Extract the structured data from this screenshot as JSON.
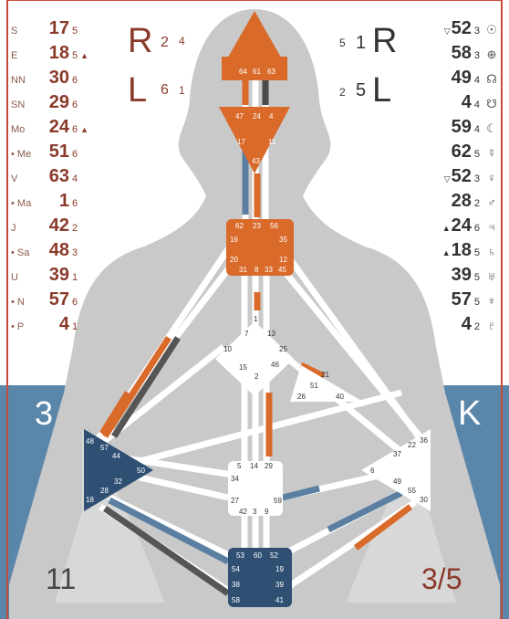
{
  "colors": {
    "design": "#8a3a2a",
    "personality": "#333333",
    "defined_orange": "#d96a2a",
    "defined_blue": "#2f4f73",
    "band": "#5a86aa"
  },
  "header": {
    "design_R": "R",
    "design_R_num": "2",
    "design_R_line": "4",
    "design_L": "L",
    "design_L_num": "6",
    "design_L_line": "1",
    "pers_R_pre": "5",
    "pers_R_num": "1",
    "pers_R": "R",
    "pers_L_pre": "2",
    "pers_L_num": "5",
    "pers_L": "L"
  },
  "design_planets": [
    {
      "sym": "S",
      "gate": "17",
      "line": "5",
      "arrow": ""
    },
    {
      "sym": "E",
      "gate": "18",
      "line": "5",
      "arrow": "▲"
    },
    {
      "sym": "NN",
      "gate": "30",
      "line": "6",
      "arrow": ""
    },
    {
      "sym": "SN",
      "gate": "29",
      "line": "6",
      "arrow": ""
    },
    {
      "sym": "Mo",
      "gate": "24",
      "line": "6",
      "arrow": "▲"
    },
    {
      "sym": "• Me",
      "gate": "51",
      "line": "6",
      "arrow": ""
    },
    {
      "sym": "V",
      "gate": "63",
      "line": "4",
      "arrow": ""
    },
    {
      "sym": "• Ma",
      "gate": "1",
      "line": "6",
      "arrow": ""
    },
    {
      "sym": "J",
      "gate": "42",
      "line": "2",
      "arrow": ""
    },
    {
      "sym": "• Sa",
      "gate": "48",
      "line": "3",
      "arrow": ""
    },
    {
      "sym": "U",
      "gate": "39",
      "line": "1",
      "arrow": ""
    },
    {
      "sym": "• N",
      "gate": "57",
      "line": "6",
      "arrow": ""
    },
    {
      "sym": "• P",
      "gate": "4",
      "line": "1",
      "arrow": ""
    }
  ],
  "personality_planets": [
    {
      "arrow": "▽",
      "gate": "52",
      "line": "3",
      "sym": "☉"
    },
    {
      "arrow": "",
      "gate": "58",
      "line": "3",
      "sym": "⊕"
    },
    {
      "arrow": "",
      "gate": "49",
      "line": "4",
      "sym": "☊"
    },
    {
      "arrow": "",
      "gate": "4",
      "line": "4",
      "sym": "☋"
    },
    {
      "arrow": "",
      "gate": "59",
      "line": "4",
      "sym": "☾"
    },
    {
      "arrow": "",
      "gate": "62",
      "line": "5",
      "sym": "☿"
    },
    {
      "arrow": "▽",
      "gate": "52",
      "line": "3",
      "sym": "♀"
    },
    {
      "arrow": "",
      "gate": "28",
      "line": "2",
      "sym": "♂"
    },
    {
      "arrow": "▲",
      "gate": "24",
      "line": "6",
      "sym": "♃"
    },
    {
      "arrow": "▲",
      "gate": "18",
      "line": "5",
      "sym": "♄"
    },
    {
      "arrow": "",
      "gate": "39",
      "line": "5",
      "sym": "♅"
    },
    {
      "arrow": "",
      "gate": "57",
      "line": "5",
      "sym": "♆"
    },
    {
      "arrow": "",
      "gate": "4",
      "line": "2",
      "sym": "♇"
    }
  ],
  "corners": {
    "left_band": "3",
    "right_band": "K",
    "bottom_left": "11",
    "bottom_right": "3/5"
  },
  "centers": {
    "head": [
      "64",
      "61",
      "63"
    ],
    "ajna": [
      "47",
      "24",
      "4",
      "17",
      "11",
      "43"
    ],
    "throat": [
      "62",
      "23",
      "56",
      "16",
      "35",
      "20",
      "12",
      "31",
      "8",
      "33",
      "45"
    ],
    "g": [
      "7",
      "1",
      "13",
      "10",
      "15",
      "2",
      "25",
      "46"
    ],
    "heart": [
      "21",
      "51",
      "26",
      "40"
    ],
    "spleen": [
      "48",
      "57",
      "44",
      "50",
      "32",
      "28",
      "18"
    ],
    "sacral": [
      "5",
      "14",
      "29",
      "34",
      "27",
      "59",
      "42",
      "3",
      "9"
    ],
    "solar": [
      "6",
      "37",
      "22",
      "36",
      "49",
      "55",
      "30"
    ],
    "root": [
      "53",
      "60",
      "52",
      "54",
      "19",
      "38",
      "39",
      "58",
      "41"
    ]
  }
}
